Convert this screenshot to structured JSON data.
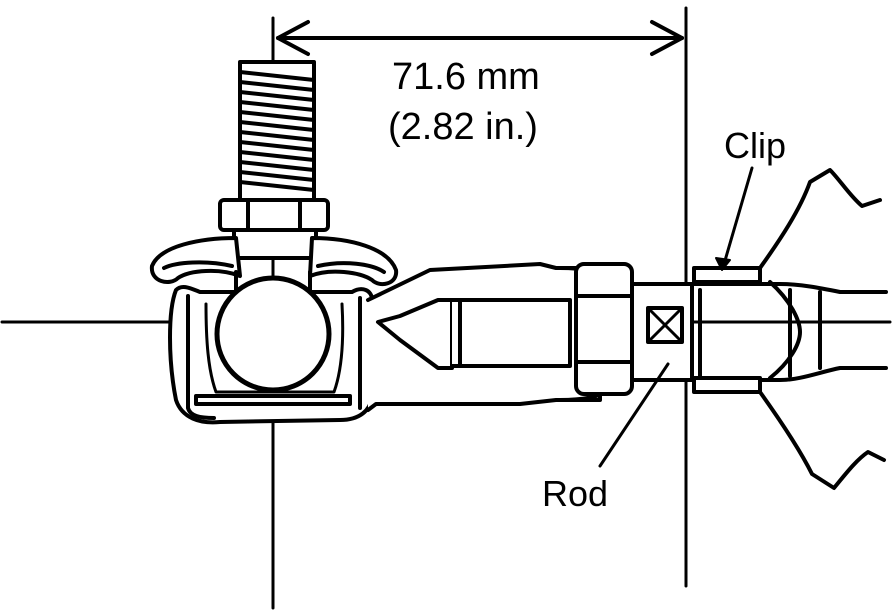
{
  "dimension": {
    "metric": "71.6 mm",
    "imperial": "(2.82 in.)"
  },
  "labels": {
    "clip": "Clip",
    "rod": "Rod"
  },
  "colors": {
    "line": "#000000",
    "background": "#ffffff"
  }
}
